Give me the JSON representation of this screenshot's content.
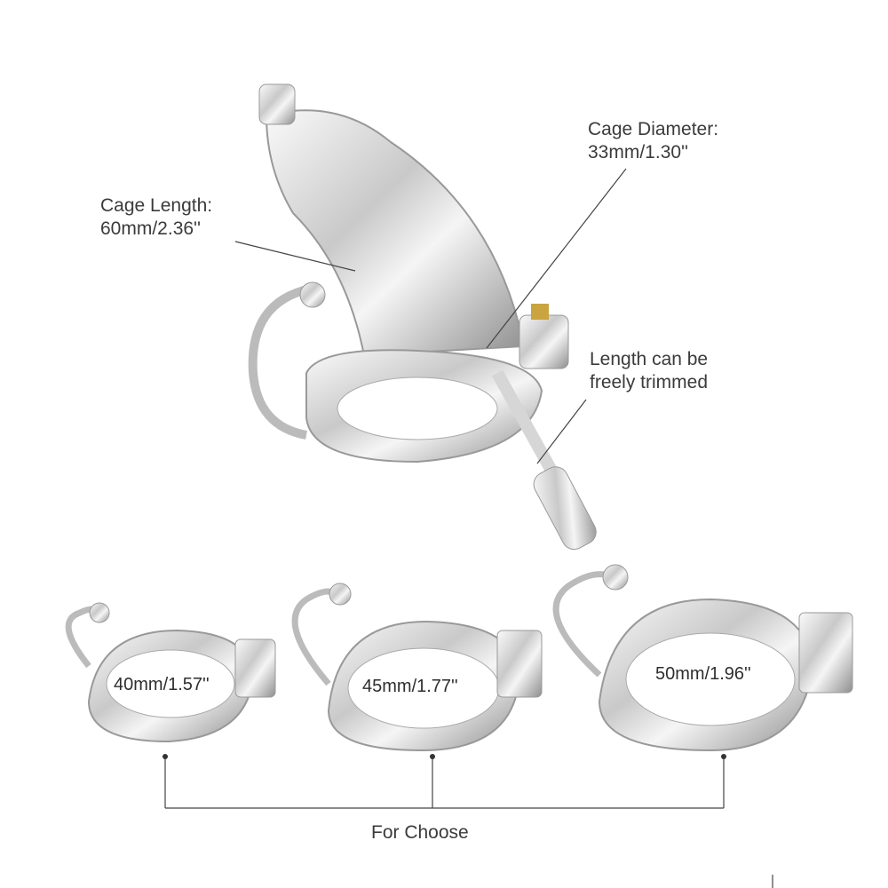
{
  "annotations": {
    "cage_length": {
      "title": "Cage Length:",
      "value": "60mm/2.36''"
    },
    "cage_diameter": {
      "title": "Cage Diameter:",
      "value": "33mm/1.30''"
    },
    "trim": {
      "line1": "Length can be",
      "line2": "freely trimmed"
    }
  },
  "rings": [
    {
      "size": "40mm/1.57''"
    },
    {
      "size": "45mm/1.77''"
    },
    {
      "size": "50mm/1.96''"
    }
  ],
  "footer": {
    "label": "For Choose"
  },
  "colors": {
    "metal_light": "#f2f2f2",
    "metal_dark": "#9a9a9a",
    "line": "#444444",
    "text": "#3b3b3b",
    "brass": "#c9a440"
  }
}
